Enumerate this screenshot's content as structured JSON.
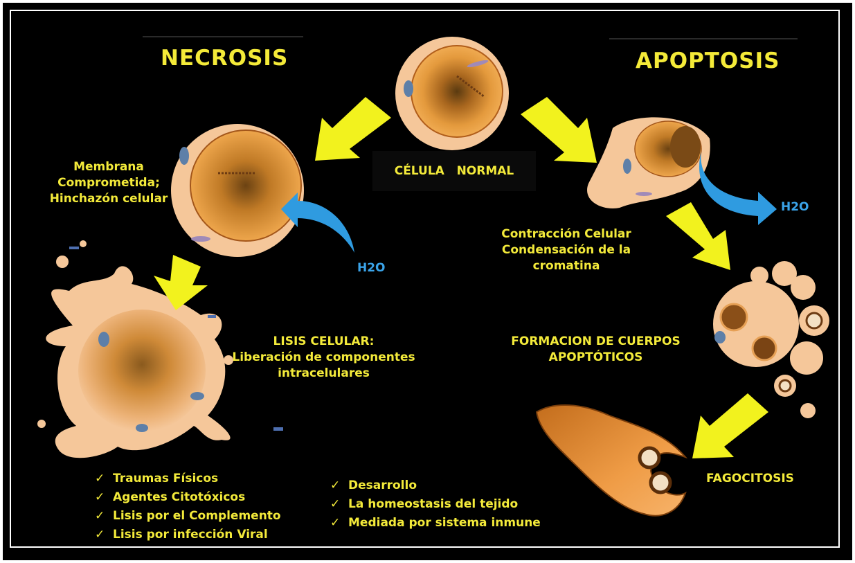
{
  "titles": {
    "necrosis": "NECROSIS",
    "apoptosis": "APOPTOSIS"
  },
  "normal_cell": {
    "label": "CÉLULA   NORMAL"
  },
  "necrosis": {
    "swelling_label": [
      "Membrana",
      "Comprometida;",
      "Hinchazón celular"
    ],
    "h2o": "H2O",
    "lysis_label": [
      "LISIS CELULAR:",
      "Liberación de componentes",
      "intracelulares"
    ],
    "causes": [
      "Traumas Físicos",
      "Agentes Citotóxicos",
      "Lisis por el Complemento",
      "Lisis por infección Viral"
    ]
  },
  "apoptosis": {
    "h2o": "H2O",
    "contraction_label": [
      "Contracción Celular",
      "Condensación de la",
      "cromatina"
    ],
    "bodies_label": [
      "FORMACION DE CUERPOS",
      "APOPTÓTICOS"
    ],
    "phagocytosis_label": "FAGOCITOSIS",
    "causes": [
      "Desarrollo",
      "La homeostasis del tejido",
      "Mediada por sistema inmune"
    ]
  },
  "check_glyph": "✓",
  "colors": {
    "background": "#000000",
    "text": "#f3ea3a",
    "arrow": "#f2f21e",
    "water": "#2f9be0",
    "cell_membrane": "#f5c79a",
    "cell_body": "#e49a3d",
    "nucleus": "#8a5a1e"
  }
}
